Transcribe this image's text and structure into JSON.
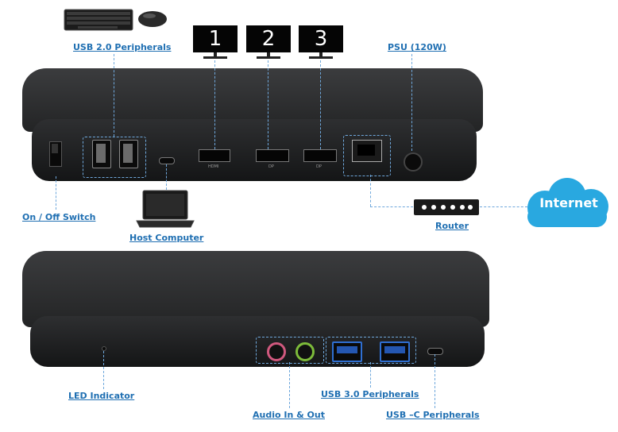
{
  "labels": {
    "usb2": "USB 2.0 Peripherals",
    "psu": "PSU (120W)",
    "switch": "On / Off Switch",
    "host": "Host Computer",
    "router": "Router",
    "internet": "Internet",
    "led": "LED Indicator",
    "usb3": "USB 3.0 Peripherals",
    "audio": "Audio In & Out",
    "usbc": "USB –C Peripherals"
  },
  "monitors": [
    "1",
    "2",
    "3"
  ],
  "port_captions": {
    "hdmi": "HDMI",
    "dp1": "DP",
    "dp2": "DP"
  },
  "colors": {
    "label": "#1f6fb2",
    "dash": "#6fa8dc",
    "cloud": "#29a8e0",
    "dock": "#1c1d1f",
    "usb3_port": "#2f6fd1",
    "audio_in": "#d0587e",
    "audio_out": "#7dbb3a"
  },
  "icons": {
    "keyboard": "keyboard-icon",
    "mouse": "mouse-icon",
    "laptop": "laptop-icon",
    "router": "router-icon",
    "cloud": "cloud-icon"
  }
}
